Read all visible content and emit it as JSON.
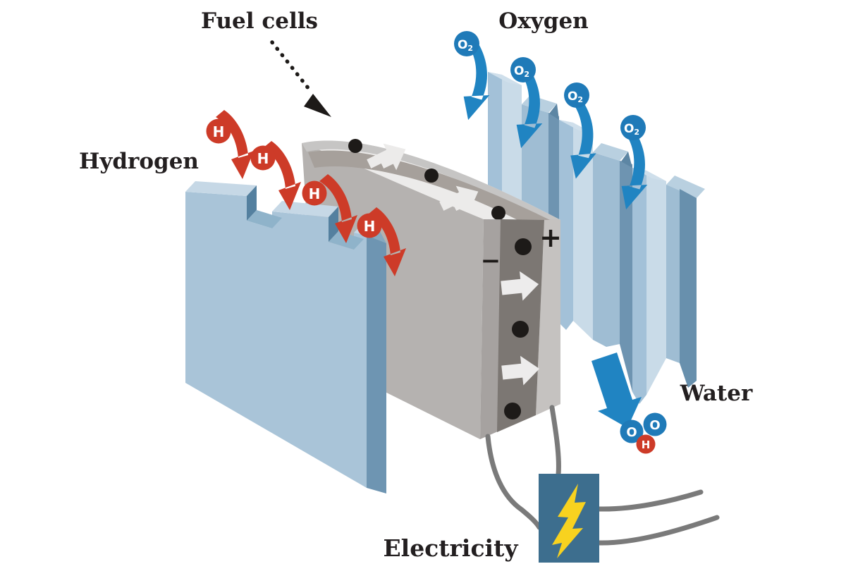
{
  "diagram": {
    "labels": {
      "fuel_cells": "Fuel cells",
      "oxygen": "Oxygen",
      "hydrogen": "Hydrogen",
      "water": "Water",
      "electricity": "Electricity"
    },
    "molecules": {
      "hydrogen_symbol": "H",
      "oxygen_symbol": "O",
      "oxygen_subscript": "2"
    },
    "terminals": {
      "positive": "+",
      "negative": "−"
    },
    "icons": {
      "fuel_cells_pointer": "dotted-arrow-icon",
      "hydrogen_flow": "red-curved-arrow-icon",
      "oxygen_flow": "blue-curved-arrow-icon",
      "water_flow": "blue-block-arrow-icon",
      "electron_flow": "white-block-arrow-icon",
      "electricity_symbol": "lightning-bolt-icon"
    },
    "colors": {
      "hydrogen_red": "#cd3b28",
      "oxygen_blue": "#1f7ab8",
      "flow_arrow_blue": "#2084c2",
      "hydrogen_plate_blue": "#a9c4d8",
      "oxygen_plate_blue": "#a3c1d8",
      "fuel_cell_gray": "#b4b1af",
      "electrolyte_dark_gray": "#7c7773",
      "wire_gray": "#7a7a7a",
      "electricity_box_blue": "#3d6e8e",
      "bolt_yellow": "#f8d21f",
      "text_color": "#231f20",
      "background": "#ffffff"
    }
  }
}
